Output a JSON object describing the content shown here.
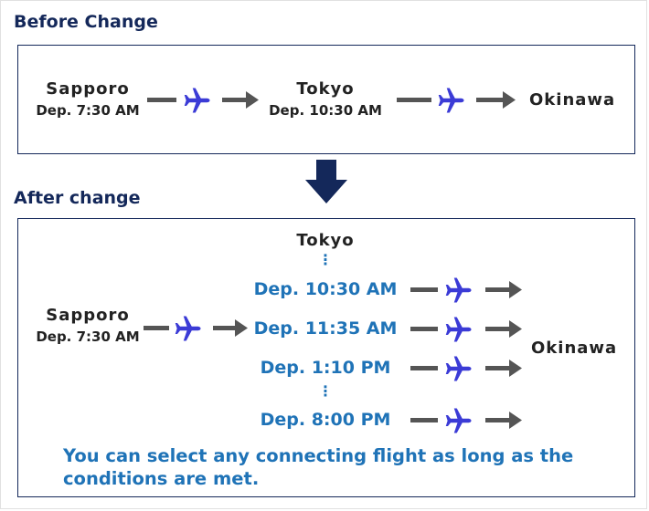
{
  "before": {
    "title": "Before Change",
    "origin": {
      "city": "Sapporo",
      "dep": "Dep. 7:30 AM"
    },
    "via": {
      "city": "Tokyo",
      "dep": "Dep. 10:30 AM"
    },
    "destination": {
      "city": "Okinawa"
    }
  },
  "after": {
    "title": "After change",
    "origin": {
      "city": "Sapporo",
      "dep": "Dep. 7:30 AM"
    },
    "via_city": "Tokyo",
    "departures": [
      "Dep. 10:30 AM",
      "Dep. 11:35 AM",
      "Dep. 1:10 PM",
      "Dep. 8:00 PM"
    ],
    "destination": {
      "city": "Okinawa"
    },
    "ellipsis": "⋮",
    "note": "You can select any connecting flight as long as the conditions are met."
  },
  "colors": {
    "frame_navy": "#14285a",
    "plane_blue": "#3b3bd6",
    "highlight_blue": "#1f73b7",
    "connector_gray": "#555555"
  },
  "icons": [
    "plane-icon",
    "arrow-right-icon",
    "down-arrow-icon"
  ]
}
